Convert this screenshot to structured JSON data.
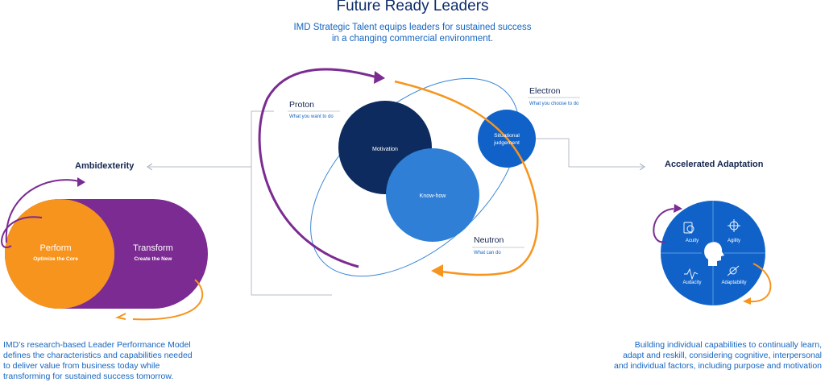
{
  "title": "Future Ready Leaders",
  "subtitle": {
    "line1": "IMD Strategic Talent equips leaders for sustained success",
    "line2": "in a changing commercial environment."
  },
  "atom": {
    "proton": {
      "label": "Proton",
      "desc": "What you want to do"
    },
    "electron": {
      "label": "Electron",
      "desc": "What you choose to do"
    },
    "neutron": {
      "label": "Neutron",
      "desc": "What can do"
    },
    "motivation": "Motivation",
    "knowhow": "Know-how",
    "situational": {
      "line1": "Situational",
      "line2": "judgement"
    }
  },
  "ambidexterity": {
    "heading": "Ambidexterity",
    "perform": {
      "title": "Perform",
      "sub": "Optimize the Core"
    },
    "transform": {
      "title": "Transform",
      "sub": "Create the New"
    },
    "description": [
      "IMD’s research-based Leader Performance Model",
      "defines the characteristics and capabilities needed",
      "to deliver value from business today while",
      "transforming for sustained success tomorrow."
    ]
  },
  "adaptation": {
    "heading": "Accelerated Adaptation",
    "quadrants": {
      "q1": "Acuity",
      "q2": "Agility",
      "q3": "Audacity",
      "q4": "Adaptability"
    },
    "description": [
      "Building individual capabilities to continually learn,",
      "adapt and reskill, considering cognitive, interpersonal",
      "and individual factors, including purpose and motivation"
    ]
  },
  "colors": {
    "navy": "#0d2b5e",
    "blue": "#1f6fd1",
    "orange": "#f7941d",
    "purple": "#7b2b91",
    "text_blue": "#1565c0"
  }
}
